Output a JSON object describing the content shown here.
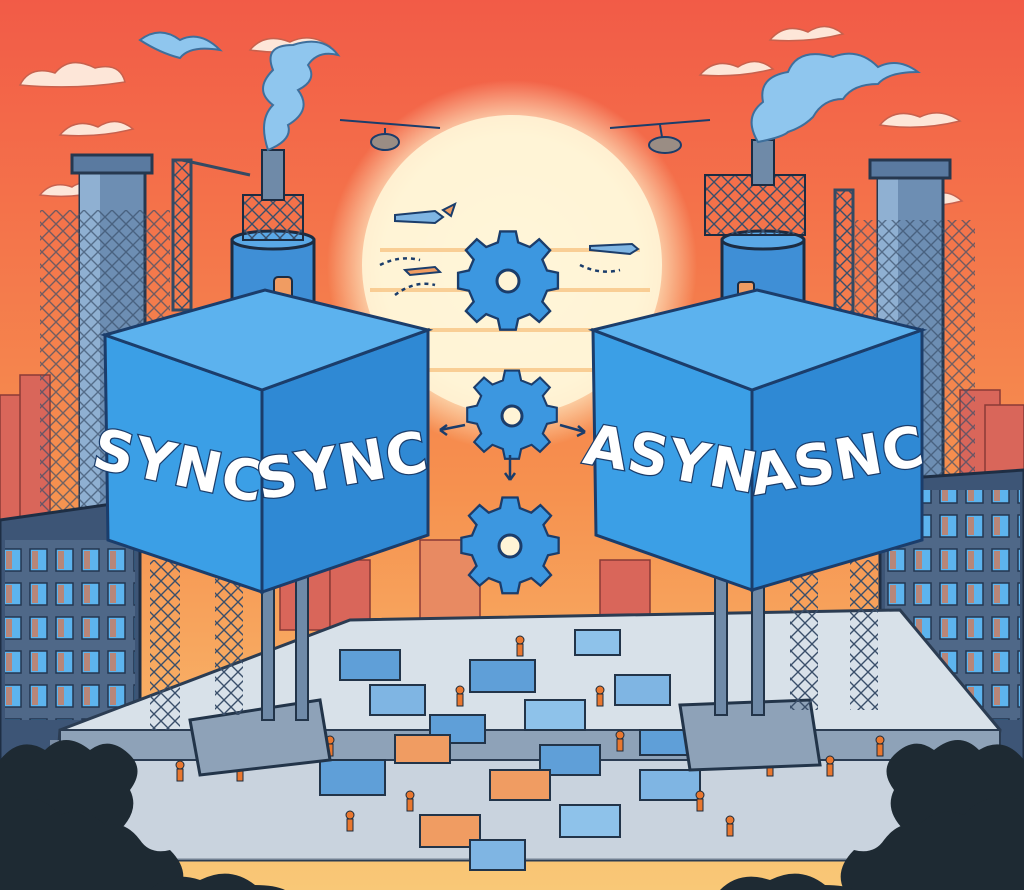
{
  "left_tower": {
    "front_label": "SYNC",
    "side_label": "SYNC"
  },
  "right_tower": {
    "front_label": "ASYN",
    "side_label": "ASNC"
  },
  "palette": {
    "sky_top": "#f2654a",
    "sky_bottom": "#f9c46b",
    "sun": "#fff6dc",
    "cube_blue": "#3b9fe6",
    "cube_dark": "#2577c4",
    "steel": "#5d7aa0",
    "platform": "#d9e2ea",
    "foliage": "#1e2a33",
    "worker_orange": "#e9772f"
  },
  "icons": [
    "gear-icon",
    "gear-icon",
    "gear-icon",
    "drone-icon",
    "drone-icon",
    "smokestack-icon",
    "smokestack-icon"
  ]
}
